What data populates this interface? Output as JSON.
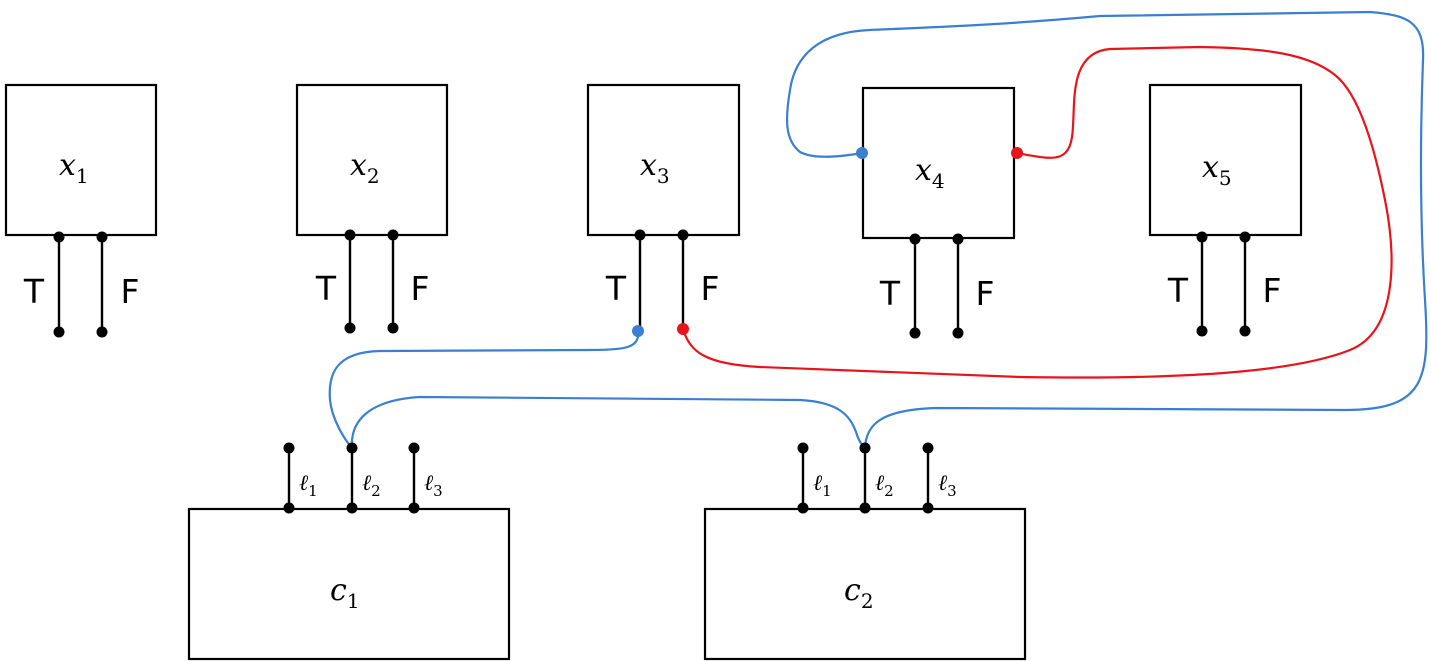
{
  "diagram": {
    "variables": [
      {
        "id": "x1",
        "symbol": "x",
        "index": "1",
        "true_label": "T",
        "false_label": "F"
      },
      {
        "id": "x2",
        "symbol": "x",
        "index": "2",
        "true_label": "T",
        "false_label": "F"
      },
      {
        "id": "x3",
        "symbol": "x",
        "index": "3",
        "true_label": "T",
        "false_label": "F"
      },
      {
        "id": "x4",
        "symbol": "x",
        "index": "4",
        "true_label": "T",
        "false_label": "F"
      },
      {
        "id": "x5",
        "symbol": "x",
        "index": "5",
        "true_label": "T",
        "false_label": "F"
      }
    ],
    "clauses": [
      {
        "id": "c1",
        "symbol": "c",
        "index": "1",
        "literals": [
          {
            "symbol": "ℓ",
            "index": "1"
          },
          {
            "symbol": "ℓ",
            "index": "2"
          },
          {
            "symbol": "ℓ",
            "index": "3"
          }
        ]
      },
      {
        "id": "c2",
        "symbol": "c",
        "index": "2",
        "literals": [
          {
            "symbol": "ℓ",
            "index": "1"
          },
          {
            "symbol": "ℓ",
            "index": "2"
          },
          {
            "symbol": "ℓ",
            "index": "3"
          }
        ]
      }
    ],
    "connections": [
      {
        "name": "x3-true-to-c1-l2",
        "color": "#3a7fd0"
      },
      {
        "name": "c1-l2-to-c2-l2",
        "color": "#3a7fd0"
      },
      {
        "name": "c2-l2-to-x4-left",
        "color": "#3a7fd0"
      },
      {
        "name": "x3-false-to-x4-right",
        "color": "#e8141b"
      }
    ],
    "colors": {
      "blue": "#3a7fd0",
      "red": "#e8141b",
      "black": "#000000"
    }
  }
}
